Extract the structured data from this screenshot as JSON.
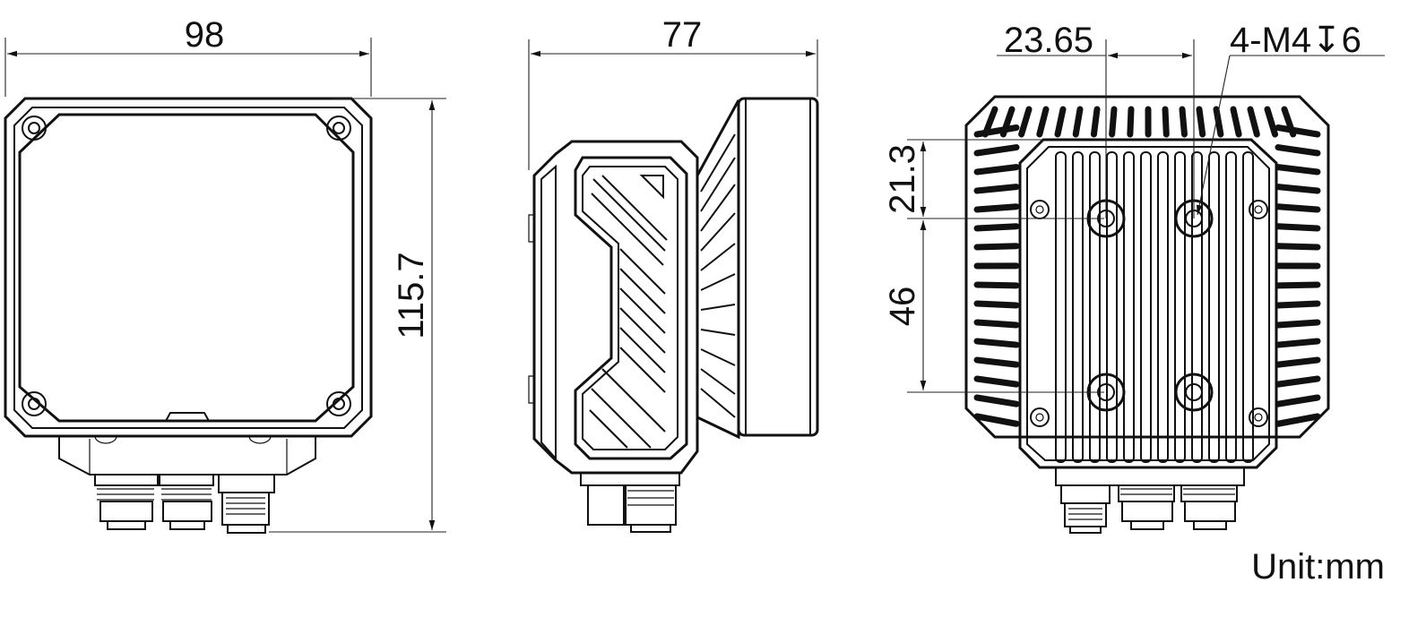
{
  "views": {
    "front": {
      "width_label": "98",
      "height_label": "115.7"
    },
    "side": {
      "width_label": "77"
    },
    "back": {
      "hole_spacing_label": "23.65",
      "thread_callout": "4-M4",
      "thread_depth_symbol": "↧",
      "thread_depth": "6",
      "offset_label": "21.3",
      "vertical_spacing_label": "46"
    }
  },
  "unit_label": "Unit:mm"
}
